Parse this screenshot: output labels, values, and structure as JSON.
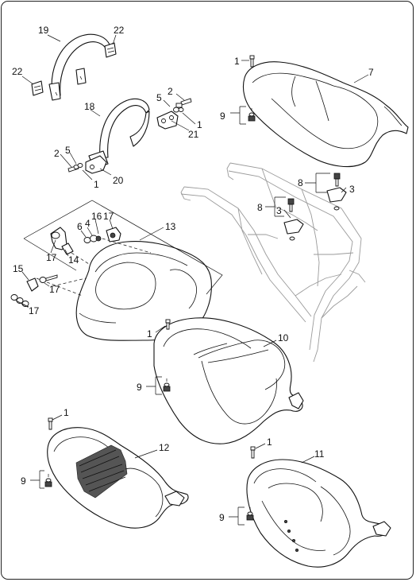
{
  "callouts": {
    "c19": "19",
    "c22a": "22",
    "c22b": "22",
    "c18": "18",
    "c2a": "2",
    "c5a": "5",
    "c1a": "1",
    "c21": "21",
    "c2b": "2",
    "c5b": "5",
    "c20": "20",
    "c1b": "1",
    "c1c": "1",
    "c7": "7",
    "c9a": "9",
    "c8a": "8",
    "c3a": "3",
    "c8b": "8",
    "c3b": "3",
    "c6": "6",
    "c4": "4",
    "c16": "16",
    "c17a": "17",
    "c13": "13",
    "c17b": "17",
    "c14": "14",
    "c15": "15",
    "c17c": "17",
    "c17d": "17",
    "c1d": "1",
    "c10": "10",
    "c9b": "9",
    "c1e": "1",
    "c12": "12",
    "c9c": "9",
    "c1f": "1",
    "c11": "11",
    "c9d": "9"
  }
}
